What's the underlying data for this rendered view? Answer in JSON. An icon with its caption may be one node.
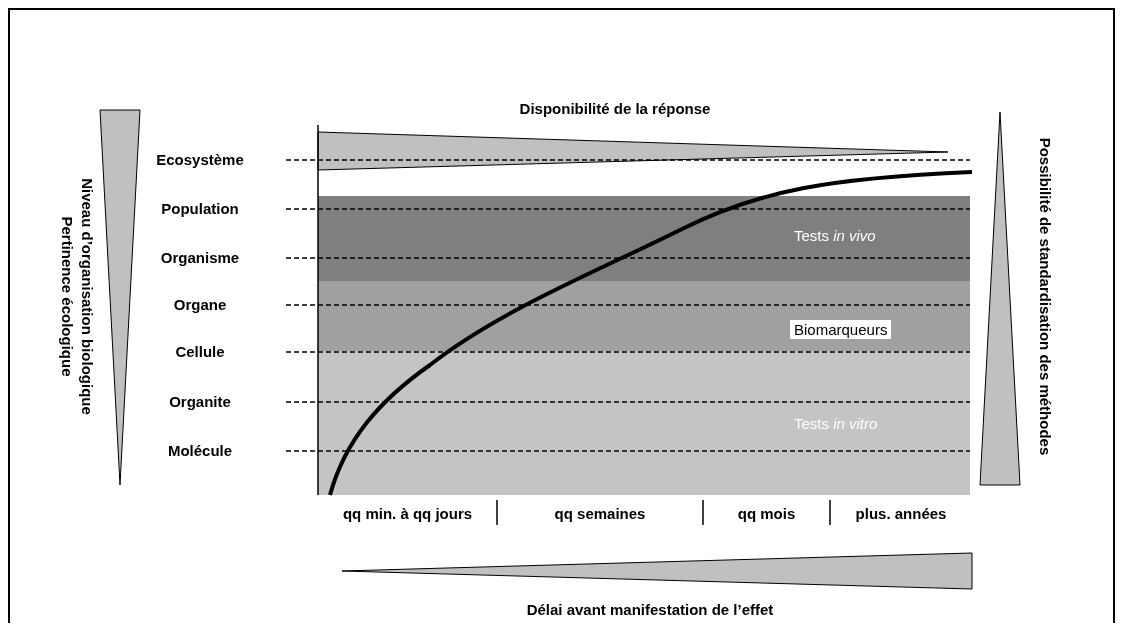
{
  "diagram": {
    "nodes": [
      {
        "text": [
          "Tests *in vivo*"
        ]
      },
      {
        "text": [
          "Biomarqueurs"
        ]
      },
      {
        "text": [
          "Tests *in vitro*"
        ]
      },
      {
        "text": [],
        "shape": "triangle",
        "beside": [
          "Disponibilité de la réponse"
        ]
      },
      {
        "text": [],
        "shape": "triangle",
        "beside": [
          "Niveau d’organisation biologique",
          "Pertinence écologique"
        ]
      },
      {
        "text": [],
        "shape": "triangle",
        "beside": [
          "Possibilité de standardisation des méthodes"
        ]
      },
      {
        "text": [],
        "shape": "triangle",
        "beside": [
          "Délai avant manifestation de l’effet"
        ]
      }
    ],
    "edges": [],
    "labels": [
      "Ecosystème",
      "Population",
      "Organisme",
      "Organe",
      "Cellule",
      "Organite",
      "Molécule",
      "qq min. à qq jours",
      "qq semaines",
      "qq mois",
      "plus. années"
    ]
  }
}
